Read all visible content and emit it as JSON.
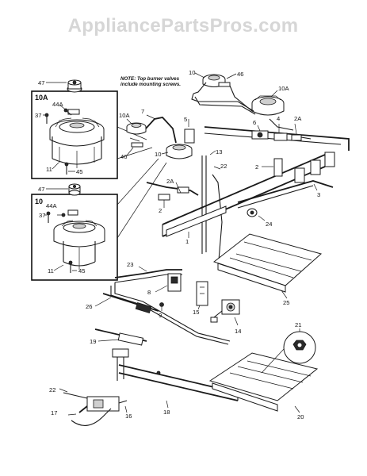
{
  "watermark": "AppliancePartsPros.com",
  "note": {
    "line1": "NOTE: Top burner valves",
    "line2": "include mounting screws."
  },
  "insets": {
    "top": {
      "title": "10A"
    },
    "bottom": {
      "title": "10"
    }
  },
  "callouts": {
    "c47a": "47",
    "c37a": "37",
    "c44Aa": "44A",
    "c11a": "11",
    "c45a": "45",
    "c47b": "47",
    "c37b": "37",
    "c44Ab": "44A",
    "c11b": "11",
    "c45b": "45",
    "c10top": "10",
    "c46top": "46",
    "c10Aright": "10A",
    "c10Aleft": "10A",
    "c7": "7",
    "c5": "5",
    "c46left": "46",
    "c10mid": "10",
    "c6": "6",
    "c4": "4",
    "c2Aright": "2A",
    "c13": "13",
    "c2mid": "2",
    "c2Amid": "2A",
    "c2left": "2",
    "c22top": "22",
    "c3": "3",
    "c24": "24",
    "c1": "1",
    "c23": "23",
    "c8": "8",
    "c25": "25",
    "c9": "9",
    "c15": "15",
    "c26": "26",
    "c14": "14",
    "c21": "21",
    "c19": "19",
    "c22bot": "22",
    "c17": "17",
    "c16": "16",
    "c18": "18",
    "c20": "20"
  }
}
